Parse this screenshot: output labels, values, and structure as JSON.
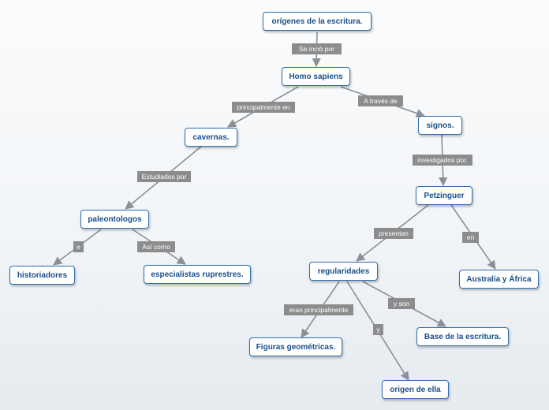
{
  "nodes": {
    "origenes": "orígenes de  la escritura.",
    "homo": "Homo sapiens",
    "cavernas": "cavernas.",
    "signos": "signos.",
    "paleontologos": "paleontologos",
    "petzinguer": "Petzinguer",
    "historiadores": "historiadores",
    "especialistas": "especialistas ruprestres.",
    "regularidades": "regularidades",
    "australia": "Australia y África",
    "figuras": "Figuras geométricas.",
    "base": "Base de la escritura.",
    "origen": "origen de ella"
  },
  "links": {
    "se_inicio": "Se inció por",
    "principalmente": "principalmente en",
    "a_traves": "A través de",
    "estudiados": "Estudiados por",
    "investigados": "investigados por.",
    "e": "e",
    "asi_como": "Así como",
    "presentan": "presentan",
    "en": "en",
    "eran": "eran principalmente",
    "y_son": "y son",
    "y": "y"
  },
  "colors": {
    "node_border": "#2f6fb0",
    "node_text": "#1a4f8b",
    "link_fill": "#8c8c8c",
    "edge": "#8a9097"
  }
}
